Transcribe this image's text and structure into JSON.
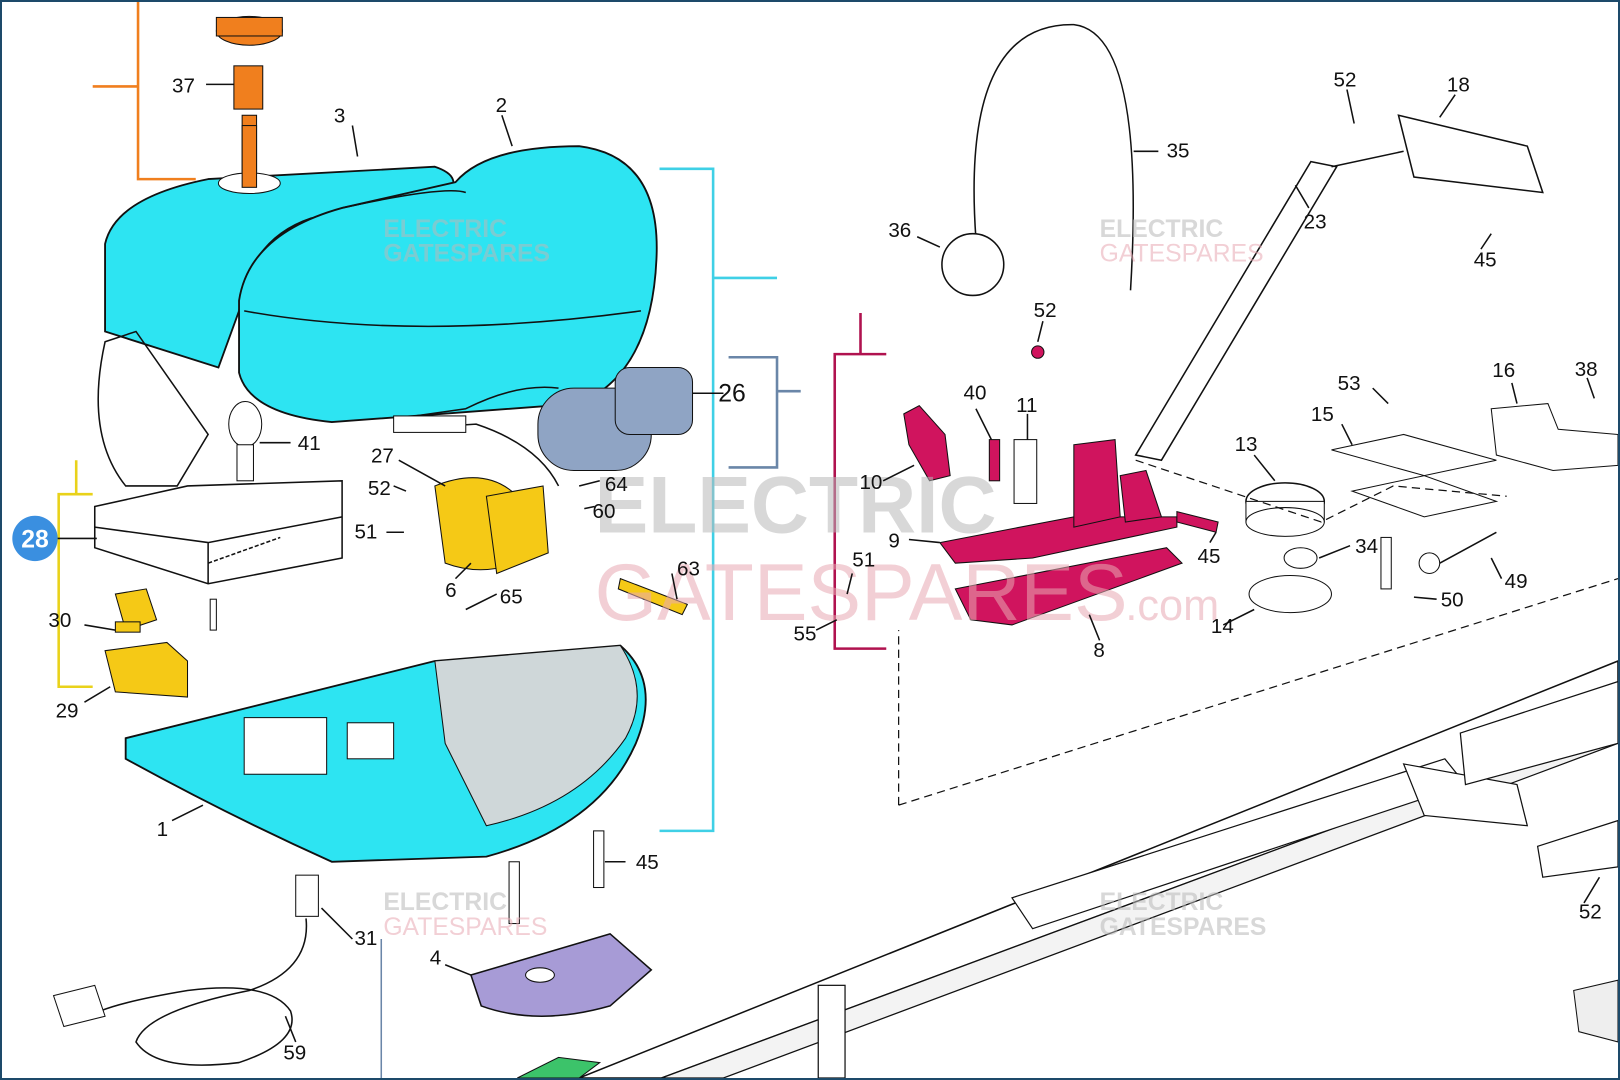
{
  "watermark": {
    "line1": "ELECTRIC",
    "line2": "GATESPARES",
    "suffix": ".com"
  },
  "highlight_badge": "28",
  "colors": {
    "cover": "#2de4f2",
    "motor": "#8fa4c4",
    "carriage": "#d0145e",
    "yellow_parts": "#f5c916",
    "orange_parts": "#f07f1e",
    "purple_part": "#a79bd6",
    "bracket_cyan": "#3fd0e6",
    "bracket_magenta": "#b0124f",
    "bracket_yellow": "#e9d21a",
    "bracket_slate": "#6a86a8",
    "badge": "#3a8fe0"
  },
  "parts": {
    "p37": "37",
    "p3": "3",
    "p2": "2",
    "p35": "35",
    "p52a": "52",
    "p18": "18",
    "p36": "36",
    "p23": "23",
    "p45a": "45",
    "p26": "26",
    "p41": "41",
    "p27": "27",
    "p52b": "52",
    "p64": "64",
    "p60": "60",
    "p51a": "51",
    "p6": "6",
    "p65": "65",
    "p63": "63",
    "p30": "30",
    "p29": "29",
    "p1": "1",
    "p45b": "45",
    "p31": "31",
    "p4": "4",
    "p59": "59",
    "p52c": "52",
    "p40": "40",
    "p11": "11",
    "p10": "10",
    "p9": "9",
    "p45c": "45",
    "p51b": "51",
    "p55": "55",
    "p8": "8",
    "p13": "13",
    "p15": "15",
    "p53": "53",
    "p16": "16",
    "p38": "38",
    "p34": "34",
    "p49": "49",
    "p50": "50",
    "p14": "14",
    "p52d": "52"
  }
}
